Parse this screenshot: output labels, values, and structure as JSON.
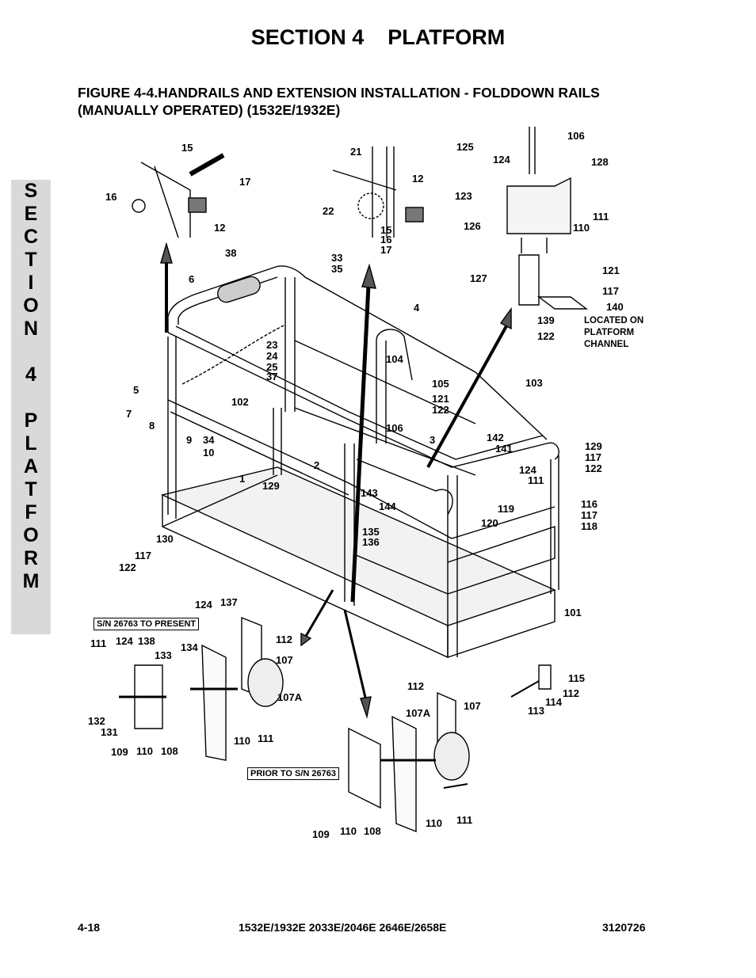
{
  "header": {
    "section_title": "SECTION 4    PLATFORM",
    "figure_title_line1": "FIGURE 4-4.HANDRAILS AND EXTENSION INSTALLATION - FOLDDOWN RAILS",
    "figure_title_line2": "(MANUALLY OPERATED) (1532E/1932E)"
  },
  "side_tab": {
    "letters": [
      "S",
      "E",
      "C",
      "T",
      "I",
      "O",
      "N",
      " ",
      "4",
      " ",
      "P",
      "L",
      "A",
      "T",
      "F",
      "O",
      "R",
      "M"
    ]
  },
  "diagram": {
    "serial_labels": {
      "current": "S/N 26763 TO PRESENT",
      "prior": "PRIOR TO S/N 26763"
    },
    "note_lines": [
      "LOCATED ON",
      "PLATFORM",
      "CHANNEL"
    ],
    "callouts": [
      "15",
      "17",
      "16",
      "12",
      "21",
      "12",
      "22",
      "15",
      "16",
      "17",
      "106",
      "125",
      "124",
      "128",
      "123",
      "111",
      "110",
      "126",
      "38",
      "33",
      "35",
      "6",
      "4",
      "121",
      "117",
      "140",
      "127",
      "139",
      "122",
      "23",
      "24",
      "25",
      "37",
      "104",
      "105",
      "121",
      "122",
      "5",
      "103",
      "102",
      "106",
      "3",
      "142",
      "141",
      "7",
      "8",
      "9",
      "34",
      "10",
      "2",
      "1",
      "129",
      "117",
      "122",
      "124",
      "111",
      "129",
      "143",
      "144",
      "119",
      "120",
      "116",
      "117",
      "118",
      "130",
      "135",
      "136",
      "117",
      "122",
      "101",
      "124",
      "137",
      "111",
      "124",
      "138",
      "133",
      "134",
      "112",
      "107",
      "107A",
      "132",
      "131",
      "109",
      "110",
      "108",
      "110",
      "111",
      "115",
      "112",
      "114",
      "113",
      "112",
      "107A",
      "107",
      "109",
      "110",
      "108",
      "110",
      "111"
    ]
  },
  "footer": {
    "page": "4-18",
    "models": "1532E/1932E 2033E/2046E 2646E/2658E",
    "doc_number": "3120726"
  }
}
